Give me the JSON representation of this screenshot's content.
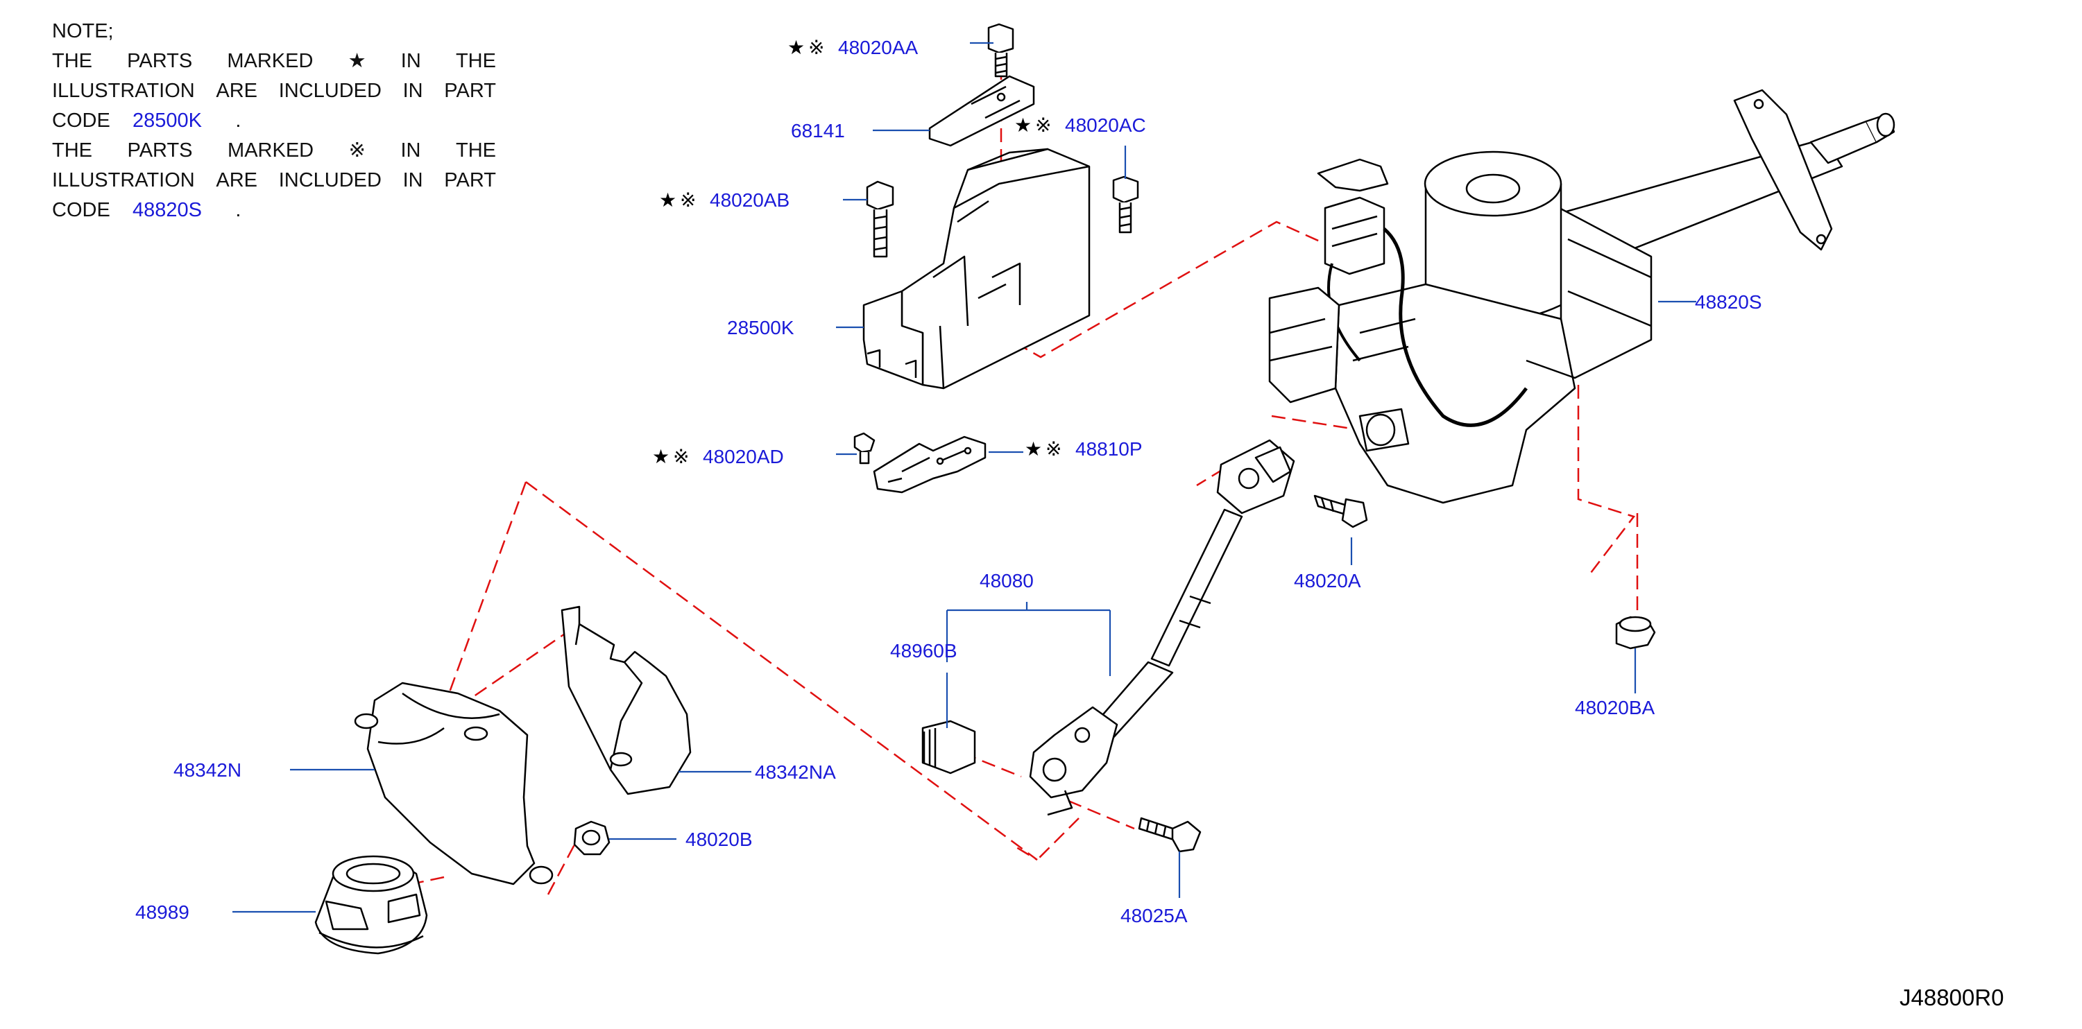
{
  "note": {
    "title": "NOTE;",
    "line1": [
      "THE",
      "PARTS",
      "MARKED",
      "★",
      "IN",
      "THE"
    ],
    "line2": [
      "ILLUSTRATION",
      "ARE",
      "INCLUDED",
      "IN",
      "PART"
    ],
    "line3_prefix": "CODE",
    "line3_code": "28500K",
    "line3_suffix": ".",
    "line4": [
      "THE",
      "PARTS",
      "MARKED",
      "※",
      "IN",
      "THE"
    ],
    "line5": [
      "ILLUSTRATION",
      "ARE",
      "INCLUDED",
      "IN",
      "PART"
    ],
    "line6_prefix": "CODE",
    "line6_code": "48820S",
    "line6_suffix": "."
  },
  "symbols": {
    "star": "★",
    "kome": "※"
  },
  "parts": {
    "p48020AA": "48020AA",
    "p68141": "68141",
    "p48020AC": "48020AC",
    "p48020AB": "48020AB",
    "p28500K": "28500K",
    "p48020AD": "48020AD",
    "p48810P": "48810P",
    "p48820S": "48820S",
    "p48080": "48080",
    "p48960B": "48960B",
    "p48020A": "48020A",
    "p48020BA": "48020BA",
    "p48342N": "48342N",
    "p48342NA": "48342NA",
    "p48020B": "48020B",
    "p48989": "48989",
    "p48025A": "48025A"
  },
  "diagram_id": "J48800R0",
  "colors": {
    "label": "#1a1ad8",
    "leader": "#1a4fb0",
    "dash": "#e01010",
    "line": "#000000"
  }
}
